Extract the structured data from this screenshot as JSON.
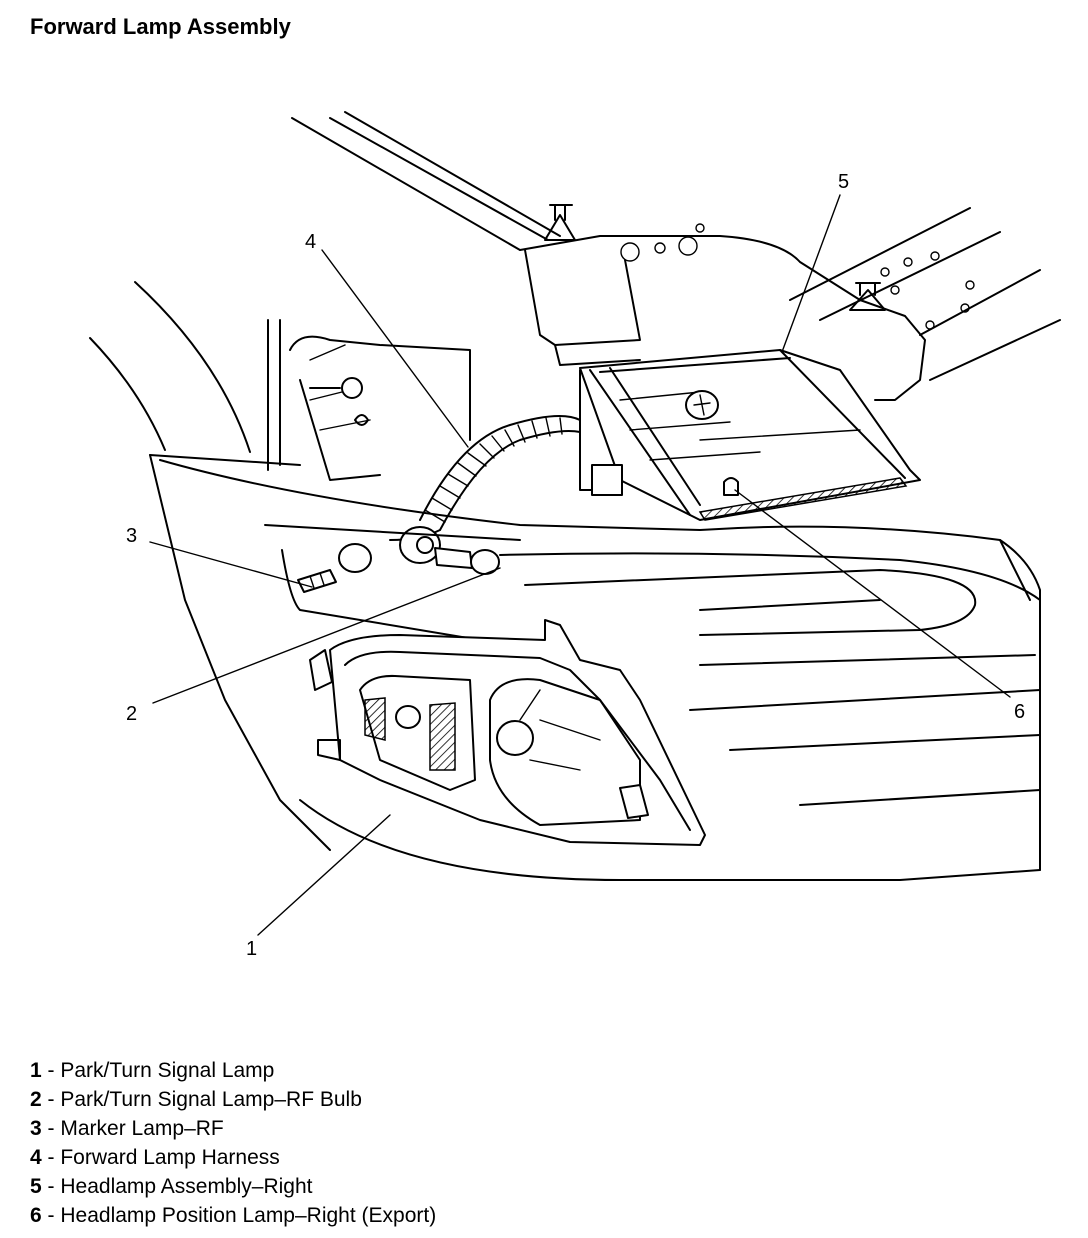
{
  "title": "Forward Lamp Assembly",
  "callouts": [
    "1",
    "2",
    "3",
    "4",
    "5",
    "6"
  ],
  "legend": [
    {
      "num": "1",
      "sep": " - ",
      "text": "Park/Turn Signal Lamp"
    },
    {
      "num": "2",
      "sep": " - ",
      "text": "Park/Turn Signal Lamp–RF Bulb"
    },
    {
      "num": "3",
      "sep": " - ",
      "text": "Marker Lamp–RF"
    },
    {
      "num": "4",
      "sep": " - ",
      "text": "Forward Lamp Harness"
    },
    {
      "num": "5",
      "sep": " - ",
      "text": "Headlamp Assembly–Right"
    },
    {
      "num": "6",
      "sep": " - ",
      "text": "Headlamp Position Lamp–Right (Export)"
    }
  ]
}
